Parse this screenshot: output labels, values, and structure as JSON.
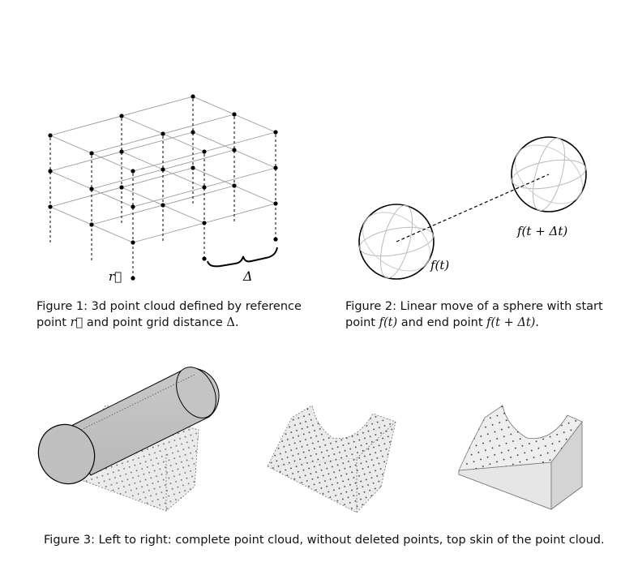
{
  "figure1": {
    "label_r": "r⃗",
    "label_delta": "Δ",
    "caption_prefix": "Figure 1:",
    "caption_text_1": "3d point cloud defined by reference",
    "caption_text_2a": "point",
    "caption_r": "r⃗",
    "caption_text_2b": "and point grid distance",
    "caption_delta": "Δ."
  },
  "figure2": {
    "label_start": "f(t)",
    "label_end": "f(t + Δt)",
    "caption_prefix": "Figure 2:",
    "caption_text_1": "Linear move of a sphere with start",
    "caption_text_2a": "point",
    "caption_start": "f(t)",
    "caption_text_2b": "and end point",
    "caption_end": "f(t + Δt)."
  },
  "figure3": {
    "caption_prefix": "Figure 3:",
    "caption_text": "Left to right: complete point cloud, without deleted points, top skin of the point cloud."
  }
}
